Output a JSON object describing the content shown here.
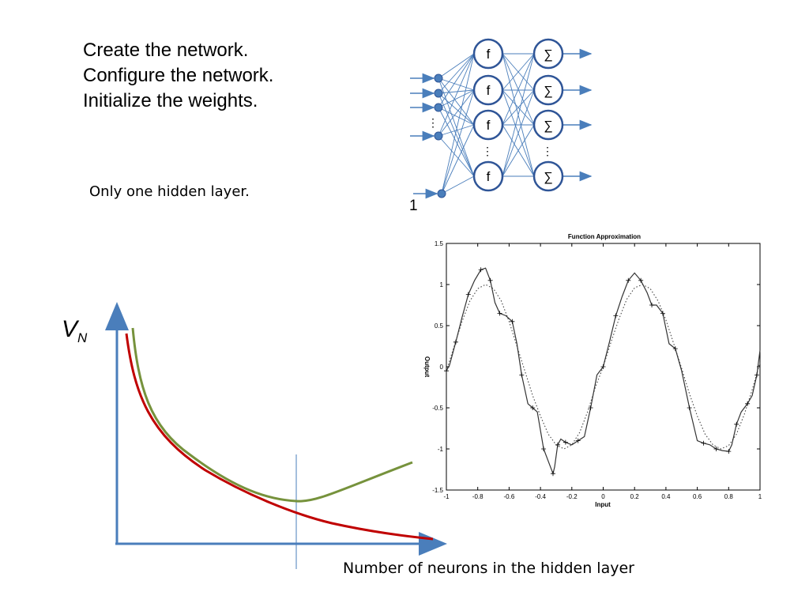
{
  "steps": [
    "Create the network.",
    "Configure the network.",
    "Initialize the weights."
  ],
  "note": "Only one hidden layer.",
  "network": {
    "hidden_label": "f",
    "output_label": "∑",
    "bias_label": "1",
    "ellipsis": "⋮",
    "hidden_nodes": 4,
    "output_nodes": 4,
    "input_nodes": 5
  },
  "colors": {
    "network": "#4a7ebb",
    "axis": "#4a7ebb",
    "validation_curve": "#76923c",
    "training_curve": "#c00000"
  },
  "error_plot": {
    "ylabel_main": "V",
    "ylabel_sub": "N",
    "xlabel": "Number of neurons in the hidden layer"
  },
  "chart_data": {
    "type": "line",
    "title": "Function Approximation",
    "xlabel": "Input",
    "ylabel": "Output",
    "xlim": [
      -1,
      1
    ],
    "ylim": [
      -1.5,
      1.5
    ],
    "xticks": [
      "-1",
      "-0.8",
      "-0.6",
      "-0.4",
      "-0.2",
      "0",
      "0.2",
      "0.4",
      "0.6",
      "0.8",
      "1"
    ],
    "yticks": [
      "-1.5",
      "-1",
      "-0.5",
      "0",
      "0.5",
      "1",
      "1.5"
    ],
    "series": [
      {
        "style": "dotted",
        "x": [
          -1,
          -0.95,
          -0.9,
          -0.85,
          -0.8,
          -0.75,
          -0.7,
          -0.65,
          -0.6,
          -0.55,
          -0.5,
          -0.45,
          -0.4,
          -0.35,
          -0.3,
          -0.25,
          -0.2,
          -0.15,
          -0.1,
          -0.05,
          0,
          0.05,
          0.1,
          0.15,
          0.2,
          0.25,
          0.3,
          0.35,
          0.4,
          0.45,
          0.5,
          0.55,
          0.6,
          0.65,
          0.7,
          0.75,
          0.8,
          0.85,
          0.9,
          0.95,
          1
        ],
        "y": [
          -0.05,
          0.25,
          0.55,
          0.8,
          0.95,
          1.0,
          0.95,
          0.8,
          0.55,
          0.25,
          -0.05,
          -0.35,
          -0.6,
          -0.82,
          -0.95,
          -1.0,
          -0.95,
          -0.8,
          -0.55,
          -0.25,
          0.0,
          0.3,
          0.58,
          0.82,
          0.96,
          1.0,
          0.95,
          0.8,
          0.57,
          0.28,
          -0.02,
          -0.33,
          -0.6,
          -0.82,
          -0.95,
          -1.0,
          -0.96,
          -0.82,
          -0.58,
          -0.28,
          0.05
        ]
      },
      {
        "style": "solid-plus",
        "x": [
          -1,
          -0.98,
          -0.94,
          -0.9,
          -0.86,
          -0.82,
          -0.78,
          -0.75,
          -0.72,
          -0.69,
          -0.66,
          -0.62,
          -0.58,
          -0.55,
          -0.52,
          -0.48,
          -0.45,
          -0.42,
          -0.38,
          -0.34,
          -0.32,
          -0.31,
          -0.29,
          -0.27,
          -0.24,
          -0.2,
          -0.16,
          -0.12,
          -0.08,
          -0.04,
          0,
          0.04,
          0.08,
          0.12,
          0.16,
          0.2,
          0.24,
          0.28,
          0.31,
          0.34,
          0.38,
          0.42,
          0.46,
          0.5,
          0.55,
          0.6,
          0.64,
          0.68,
          0.72,
          0.76,
          0.8,
          0.82,
          0.85,
          0.88,
          0.92,
          0.95,
          0.98,
          1
        ],
        "y": [
          -0.05,
          0.02,
          0.3,
          0.6,
          0.88,
          1.05,
          1.18,
          1.2,
          1.05,
          0.78,
          0.65,
          0.62,
          0.55,
          0.28,
          -0.1,
          -0.45,
          -0.5,
          -0.55,
          -1.0,
          -1.2,
          -1.3,
          -1.22,
          -0.95,
          -0.88,
          -0.92,
          -0.95,
          -0.9,
          -0.85,
          -0.5,
          -0.1,
          0.0,
          0.3,
          0.62,
          0.85,
          1.05,
          1.14,
          1.05,
          0.9,
          0.75,
          0.75,
          0.65,
          0.28,
          0.22,
          -0.05,
          -0.5,
          -0.9,
          -0.93,
          -0.95,
          -1.0,
          -1.02,
          -1.03,
          -0.95,
          -0.7,
          -0.55,
          -0.45,
          -0.35,
          -0.1,
          0.2
        ]
      }
    ]
  }
}
